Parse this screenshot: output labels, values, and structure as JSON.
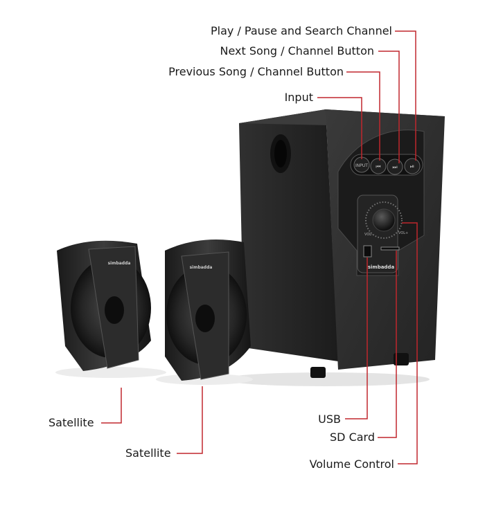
{
  "labels": {
    "play_pause": "Play / Pause and Search Channel",
    "next_song": "Next Song / Channel Button",
    "previous_song": "Previous Song / Channel Button",
    "input": "Input",
    "usb": "USB",
    "sd_card": "SD Card",
    "volume_control": "Volume Control",
    "satellite_left": "Satellite",
    "satellite_right": "Satellite"
  },
  "device": {
    "brand": "simbadda",
    "buttons": {
      "input": "INPUT",
      "prev": "⏮",
      "next": "⏭",
      "play": "⏯"
    },
    "vol_minus": "VOL-",
    "vol_plus": "VOL+"
  },
  "colors": {
    "leader_line": "#c0272d",
    "cabinet": "#2b2b2b",
    "background": "#ffffff"
  }
}
